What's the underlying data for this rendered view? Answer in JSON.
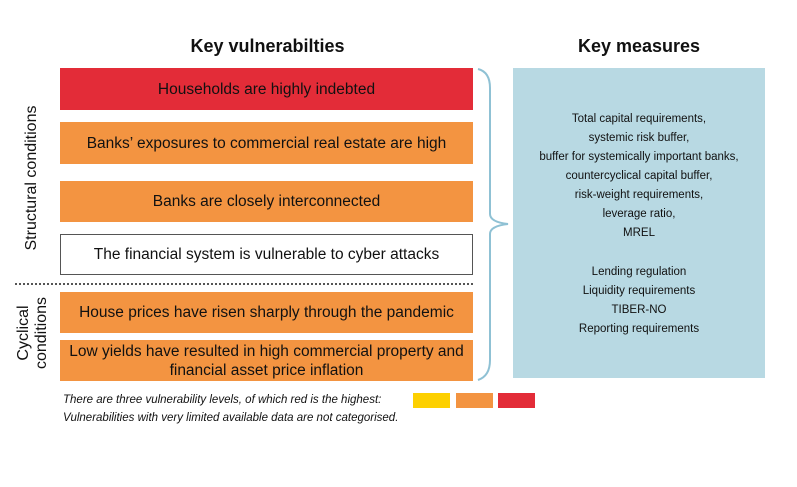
{
  "titles": {
    "vulnerabilities": "Key vulnerabilties",
    "measures": "Key measures"
  },
  "groups": {
    "structural": "Structural conditions",
    "cyclical_line1": "Cyclical",
    "cyclical_line2": "conditions"
  },
  "vulnerabilities": [
    {
      "text": "Households are highly indebted",
      "level": "red"
    },
    {
      "text": "Banks’ exposures to commercial real estate are high",
      "level": "orange"
    },
    {
      "text": "Banks are closely interconnected",
      "level": "orange"
    },
    {
      "text": "The financial system is vulnerable to cyber attacks",
      "level": "not categorised"
    },
    {
      "text": "House prices have risen sharply through the pandemic",
      "level": "orange"
    },
    {
      "text": "Low yields have resulted in high commercial property and financial asset price inflation",
      "level": "orange"
    }
  ],
  "measures": {
    "group1": [
      "Total capital requirements,",
      "systemic risk buffer,",
      "buffer for systemically important banks,",
      "countercyclical capital buffer,",
      "risk-weight requirements,",
      "leverage ratio,",
      "MREL"
    ],
    "group2": [
      "Lending regulation",
      "Liquidity requirements",
      "TIBER-NO",
      "Reporting requirements"
    ]
  },
  "legend": {
    "levels_text": "There are three vulnerability levels, of which red is the highest:",
    "note": "Vulnerabilities with very limited available data are not categorised.",
    "colors": [
      "#fdd000",
      "#f39441",
      "#e32c38"
    ]
  }
}
